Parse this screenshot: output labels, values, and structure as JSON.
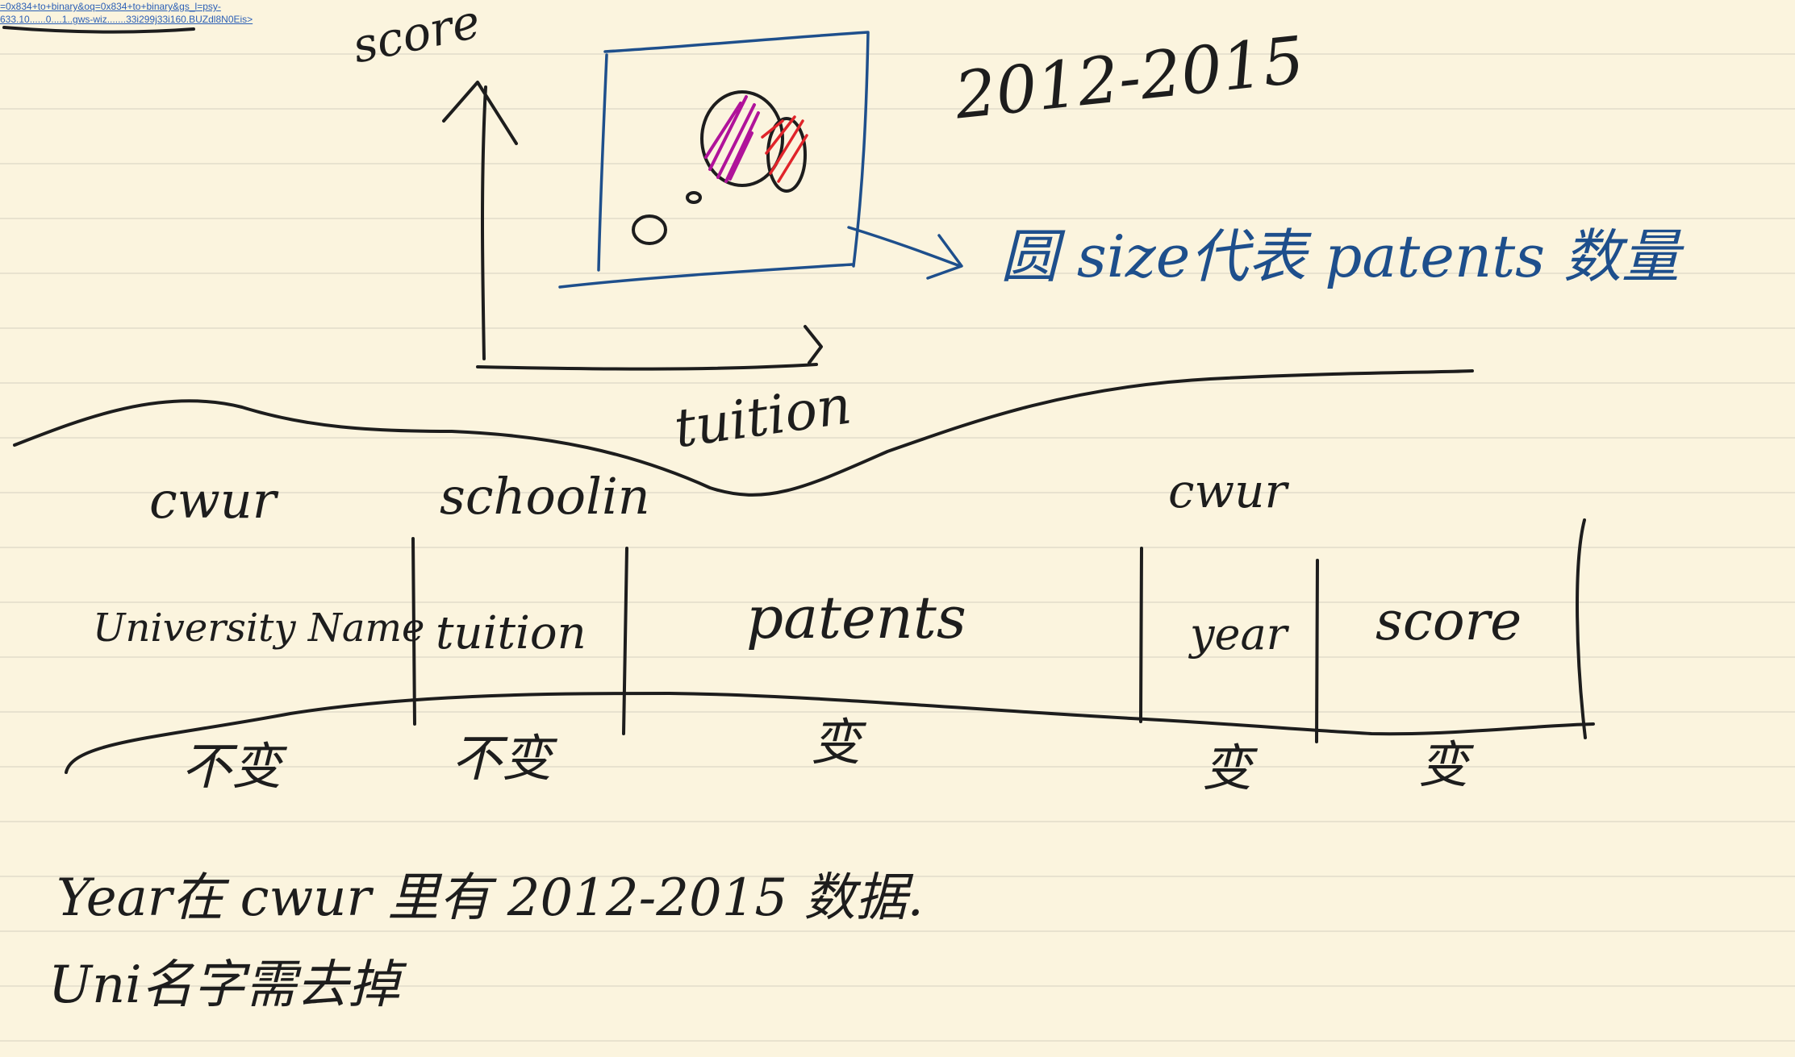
{
  "url_fragment": {
    "line1": "=0x834+to+binary&oq=0x834+to+binary&gs_l=psy-",
    "line2": "633.10......0....1..gws-wiz.......33i299j33i160.BUZdl8N0Eis>"
  },
  "sketch": {
    "y_axis_label": "score",
    "x_axis_label": "tuition",
    "year_range": "2012-2015",
    "circle_note": "圆 size代表 patents 数量"
  },
  "schema": {
    "source_labels": [
      "cwur",
      "schoolin",
      "cwur"
    ],
    "columns": [
      {
        "name": "University Name",
        "status": "不变"
      },
      {
        "name": "tuition",
        "status": "不变"
      },
      {
        "name": "patents",
        "status": "变"
      },
      {
        "name": "year",
        "status": "变"
      },
      {
        "name": "score",
        "status": "变"
      }
    ]
  },
  "notes": [
    "Year在 cwur 里有 2012-2015 数据.",
    "Uni名字需去掉"
  ],
  "colors": {
    "paper": "#fbf4de",
    "ink": "#1d1d1d",
    "blue_ink": "#1e4f8c",
    "magenta": "#b0139a",
    "red": "#e0242a"
  }
}
